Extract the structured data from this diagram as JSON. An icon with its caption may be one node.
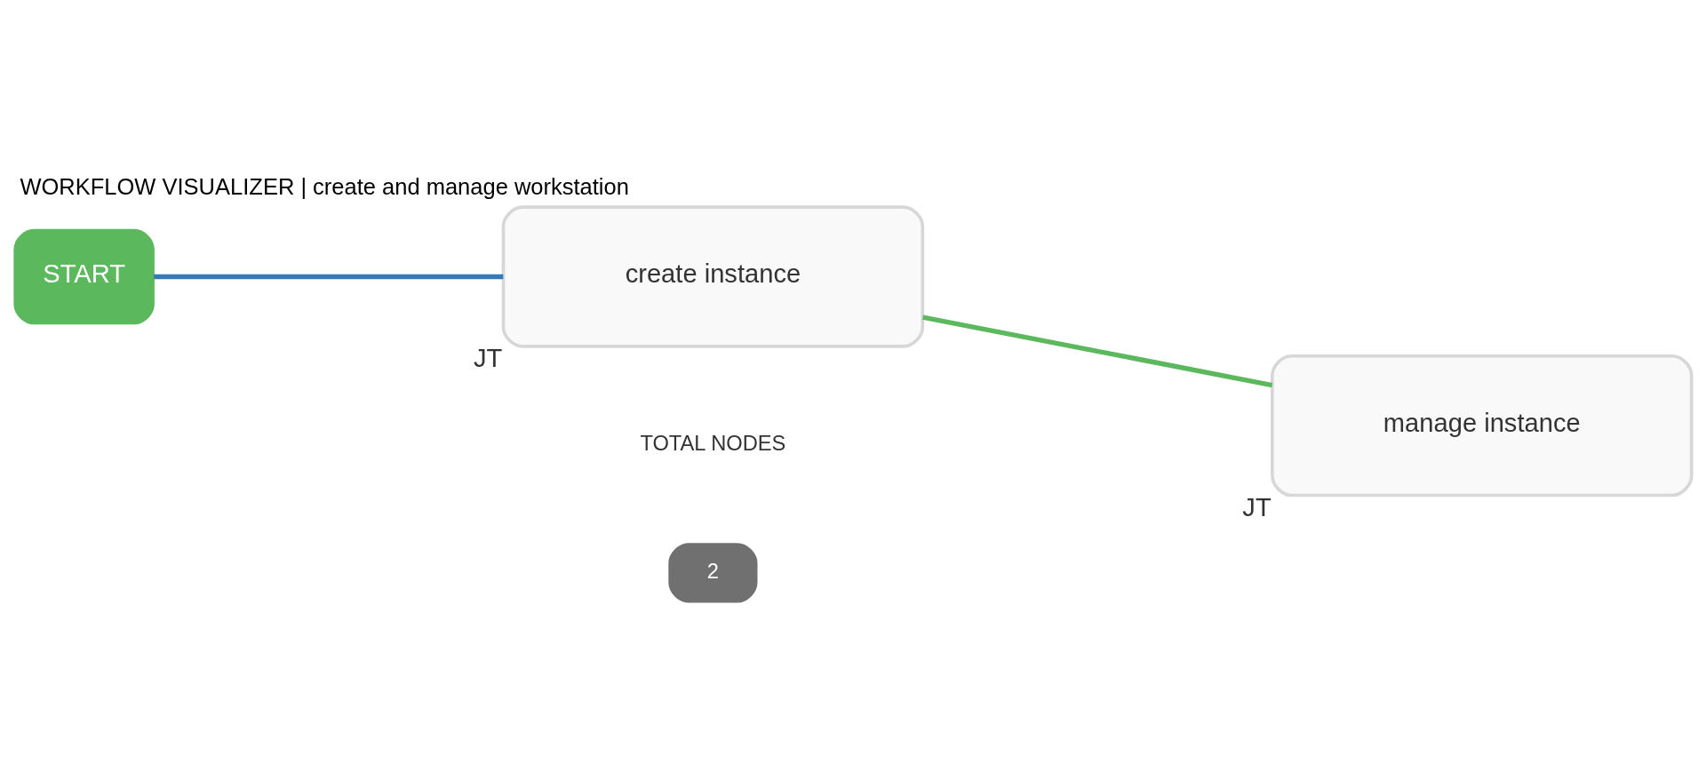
{
  "diagram": {
    "title": "WORKFLOW VISUALIZER | create and manage workstation",
    "nodes": [
      {
        "text": [
          "START"
        ]
      },
      {
        "text": [
          "create instance"
        ],
        "beside": [
          "JT"
        ]
      },
      {
        "text": [
          "manage instance"
        ],
        "beside": [
          "JT"
        ]
      }
    ],
    "edges": [
      {
        "from": 0,
        "to": 1,
        "arrow": "none",
        "color": "#337ab7"
      },
      {
        "from": 1,
        "to": 2,
        "arrow": "none",
        "color": "#5cb85c"
      }
    ],
    "labels": [
      "TOTAL NODES",
      "2"
    ]
  }
}
